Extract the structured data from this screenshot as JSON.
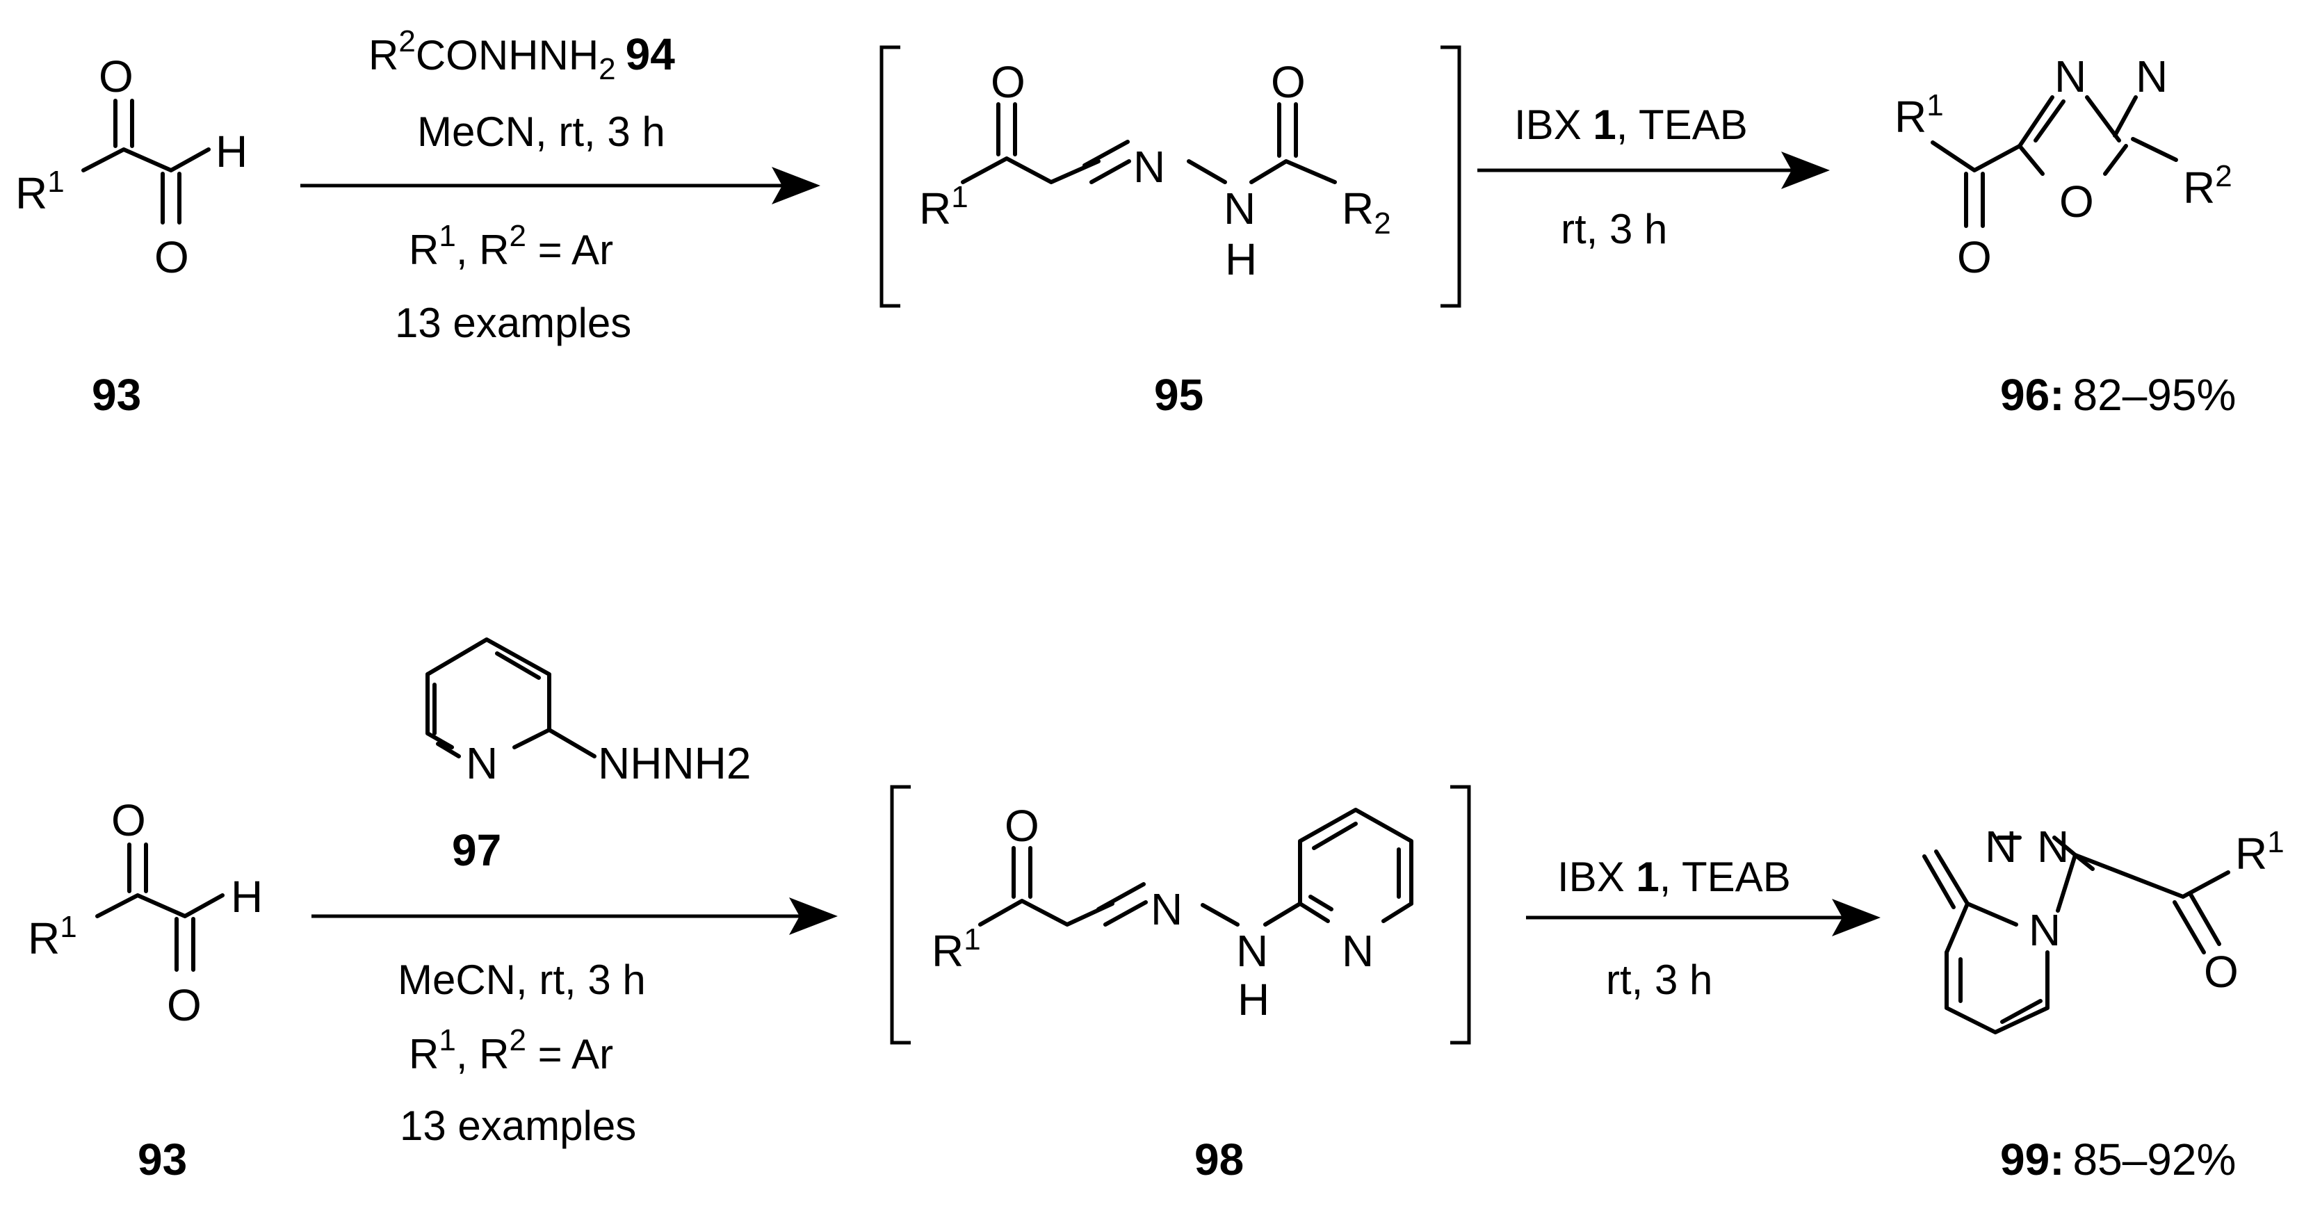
{
  "scheme1": {
    "start_label": "93",
    "reagent": "R2CONHNH2",
    "reagent_number": "94",
    "conditions1": "MeCN, rt, 3 h",
    "scope": "R1,  R2 = Ar",
    "examples": "13 examples",
    "intermediate_label": "95",
    "oxidant": "IBX",
    "oxidant_number": "1",
    "additive": ", TEAB",
    "conditions2": "rt, 3 h",
    "product_label": "96:",
    "product_yield": "82–95%"
  },
  "scheme2": {
    "start_label": "93",
    "reagent_amine": "NHNH2",
    "reagent_number": "97",
    "conditions1": "MeCN, rt, 3 h",
    "scope": "R1,  R2 = Ar",
    "examples": "13 examples",
    "intermediate_label": "98",
    "oxidant": "IBX",
    "oxidant_number": "1",
    "additive": ", TEAB",
    "conditions2": "rt, 3 h",
    "product_label": "99:",
    "product_yield": "85–92%"
  },
  "atoms": {
    "O": "O",
    "H": "H",
    "N": "N",
    "R": "R",
    "R_sub": "2",
    "sup1": "1",
    "sup2": "2"
  }
}
